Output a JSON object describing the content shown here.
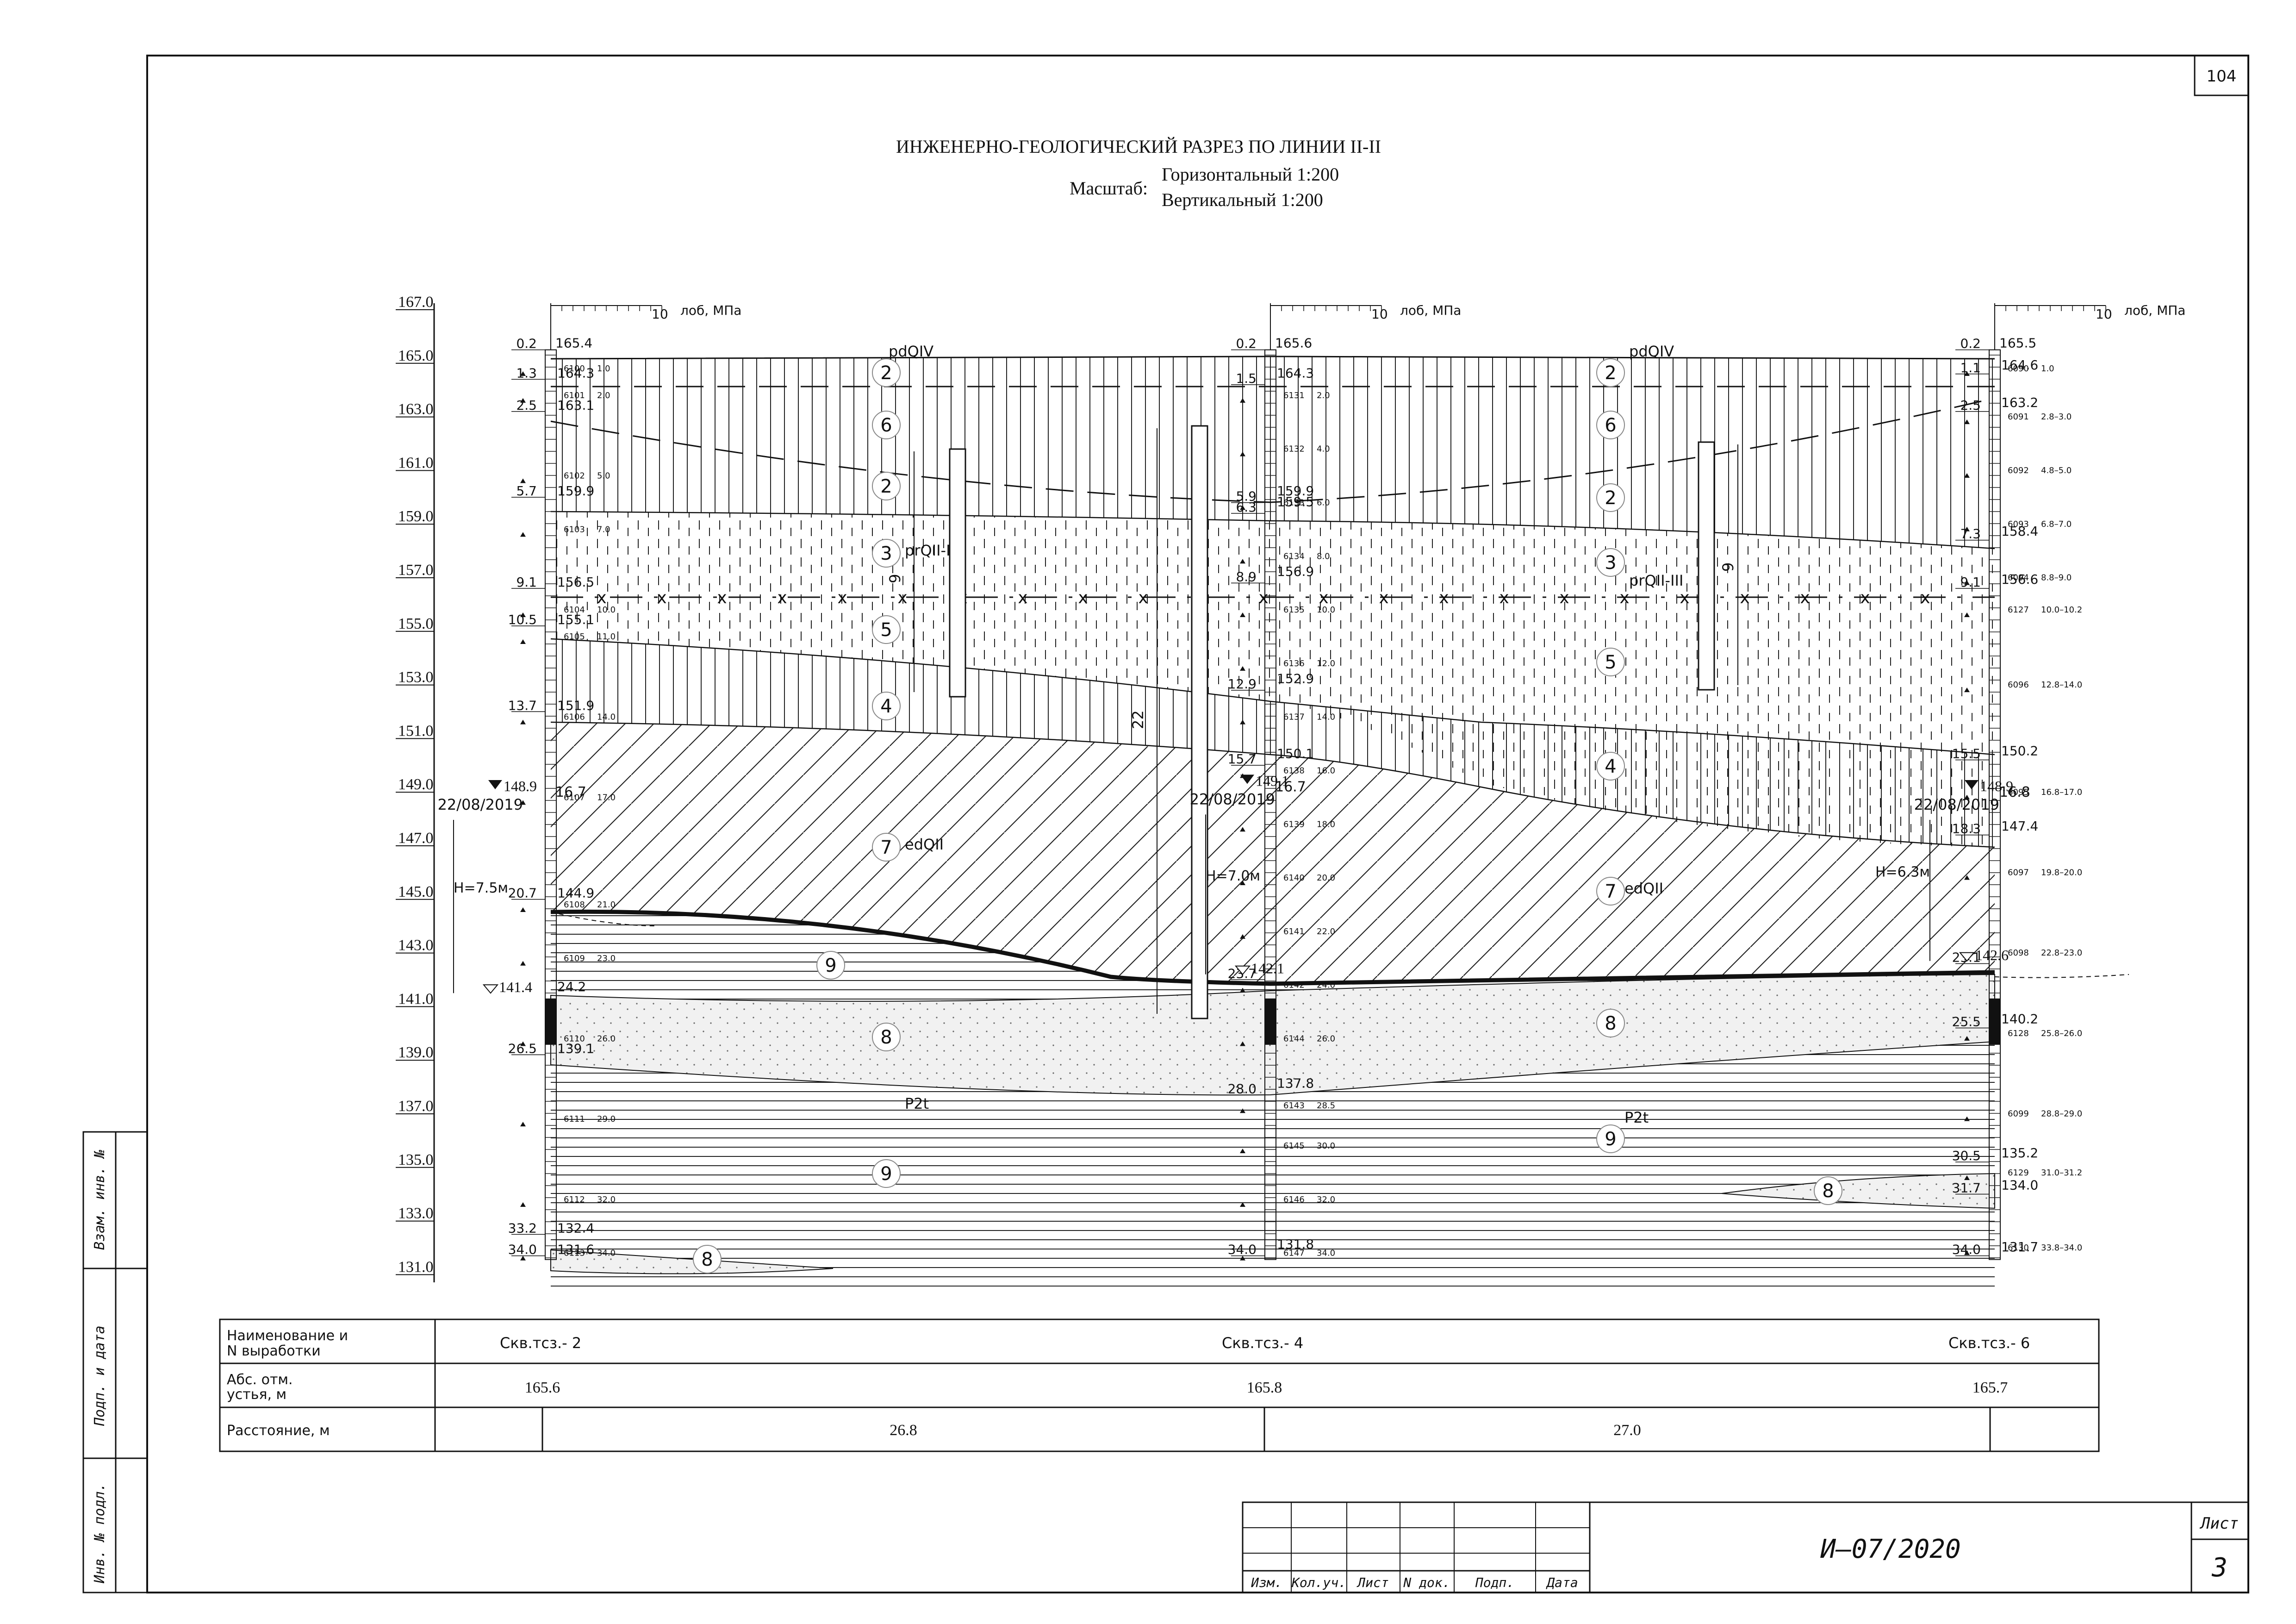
{
  "sheet_number_top": "104",
  "title": "ИНЖЕНЕРНО-ГЕОЛОГИЧЕСКИЙ РАЗРЕЗ ПО ЛИНИИ II-II",
  "scale": {
    "label": "Масштаб:",
    "horizontal": "Горизонтальный 1:200",
    "vertical": "Вертикальный 1:200"
  },
  "elevation_ticks": [
    "167.0",
    "165.0",
    "163.0",
    "161.0",
    "159.0",
    "157.0",
    "155.0",
    "153.0",
    "151.0",
    "149.0",
    "147.0",
    "145.0",
    "143.0",
    "141.0",
    "139.0",
    "137.0",
    "135.0",
    "133.0",
    "131.0"
  ],
  "probe_scale_label": "10",
  "probe_unit": "лоб, МПа",
  "stratigraphy": [
    "pdQIV",
    "prQII-III",
    "edQII",
    "P2t"
  ],
  "layer_numbers": [
    "2",
    "6",
    "2",
    "3",
    "5",
    "4",
    "7",
    "9",
    "8",
    "9",
    "8",
    "2",
    "6",
    "2",
    "3",
    "5",
    "4",
    "7",
    "8",
    "9",
    "8"
  ],
  "wells": [
    {
      "name": "Скв.тсз.- 2",
      "collar": "165.6",
      "head": "165.4",
      "water_level": "148.9",
      "water_date": "22/08/2019",
      "water_depth": "16.7",
      "water_h": "H=7.5м",
      "water_appear": "141.4",
      "depths": [
        "0.2",
        "1.3",
        "2.5",
        "5.7",
        "9.1",
        "10.5",
        "13.7",
        "20.7",
        "26.5",
        "33.2",
        "34.0"
      ],
      "elevations": [
        "164.3",
        "163.1",
        "159.9",
        "156.5",
        "155.1",
        "151.9",
        "144.9",
        "24.2",
        "139.1",
        "132.4",
        "131.6"
      ],
      "samples": [
        "6100",
        "6101",
        "6102",
        "6103",
        "6104",
        "6105",
        "6106",
        "6107",
        "6108",
        "6109",
        "6110",
        "6111",
        "6112",
        "6113"
      ],
      "sample_depths": [
        "1.0",
        "2.0",
        "5.0",
        "7.0",
        "10.0",
        "11.0",
        "14.0",
        "17.0",
        "21.0",
        "23.0",
        "26.0",
        "29.0",
        "32.0",
        "34.0"
      ]
    },
    {
      "name": "Скв.тсз.- 4",
      "collar": "165.8",
      "head": "165.6",
      "water_level": "149.1",
      "water_date": "22/08/2019",
      "water_depth": "16.7",
      "water_h": "H=7.0м",
      "water_appear": "142.1",
      "depths": [
        "0.2",
        "1.5",
        "5.9",
        "6.3",
        "8.9",
        "12.9",
        "15.7",
        "23.7",
        "28.0",
        "34.0"
      ],
      "elevations": [
        "164.3",
        "159.9",
        "159.5",
        "156.9",
        "152.9",
        "150.1",
        "137.8",
        "131.8"
      ],
      "samples": [
        "6131",
        "6132",
        "6133",
        "6134",
        "6135",
        "6136",
        "6137",
        "6138",
        "6139",
        "6140",
        "6141",
        "6142",
        "6144",
        "6143",
        "6145",
        "6146",
        "6147"
      ],
      "sample_depths": [
        "2.0",
        "4.0",
        "6.0",
        "8.0",
        "10.0",
        "12.0",
        "14.0",
        "16.0",
        "18.0",
        "20.0",
        "22.0",
        "24.0",
        "26.0",
        "28.5",
        "30.0",
        "32.0",
        "34.0"
      ]
    },
    {
      "name": "Скв.тсз.- 6",
      "collar": "165.7",
      "head": "165.5",
      "water_level": "148.9",
      "water_date": "22/08/2019",
      "water_depth": "16.8",
      "water_h": "H=6.3м",
      "water_appear": "142.6",
      "depths": [
        "0.2",
        "1.1",
        "2.5",
        "7.3",
        "9.1",
        "15.5",
        "18.3",
        "23.1",
        "25.5",
        "30.5",
        "31.7",
        "34.0"
      ],
      "elevations": [
        "164.6",
        "163.2",
        "158.4",
        "156.6",
        "150.2",
        "147.4",
        "140.2",
        "135.2",
        "134.0",
        "131.7"
      ],
      "samples": [
        "6090",
        "6091",
        "6092",
        "6093",
        "6094",
        "6127",
        "6096",
        "6095",
        "6097",
        "6098",
        "6128",
        "6099",
        "6129",
        "6130"
      ],
      "sample_depths": [
        "1.0",
        "2.8–3.0",
        "4.8–5.0",
        "6.8–7.0",
        "8.8–9.0",
        "10.0–10.2",
        "12.8–14.0",
        "16.8–17.0",
        "19.8–20.0",
        "22.8–23.0",
        "25.8–26.0",
        "28.8–29.0",
        "31.0–31.2",
        "33.8–34.0"
      ]
    }
  ],
  "table": {
    "row1_label": "Наименование и\nN выработки",
    "row2_label": "Абс. отм.\nустья, м",
    "row3_label": "Расстояние, м",
    "distances": [
      "26.8",
      "27.0"
    ]
  },
  "vertical_bars": [
    "9",
    "22",
    "9"
  ],
  "stamp": {
    "headers": [
      "Изм.",
      "Кол.уч.",
      "Лист",
      "N док.",
      "Подп.",
      "Дата"
    ],
    "code": "И–07/2020",
    "sheet_label": "Лист",
    "sheet_number": "3"
  },
  "left_margin": [
    "Взам. инв. №",
    "Подп. и дата",
    "Инв. № подл."
  ],
  "colors": {
    "line": "#111111",
    "paper": "#ffffff",
    "fill_light": "#f0f0f0"
  }
}
